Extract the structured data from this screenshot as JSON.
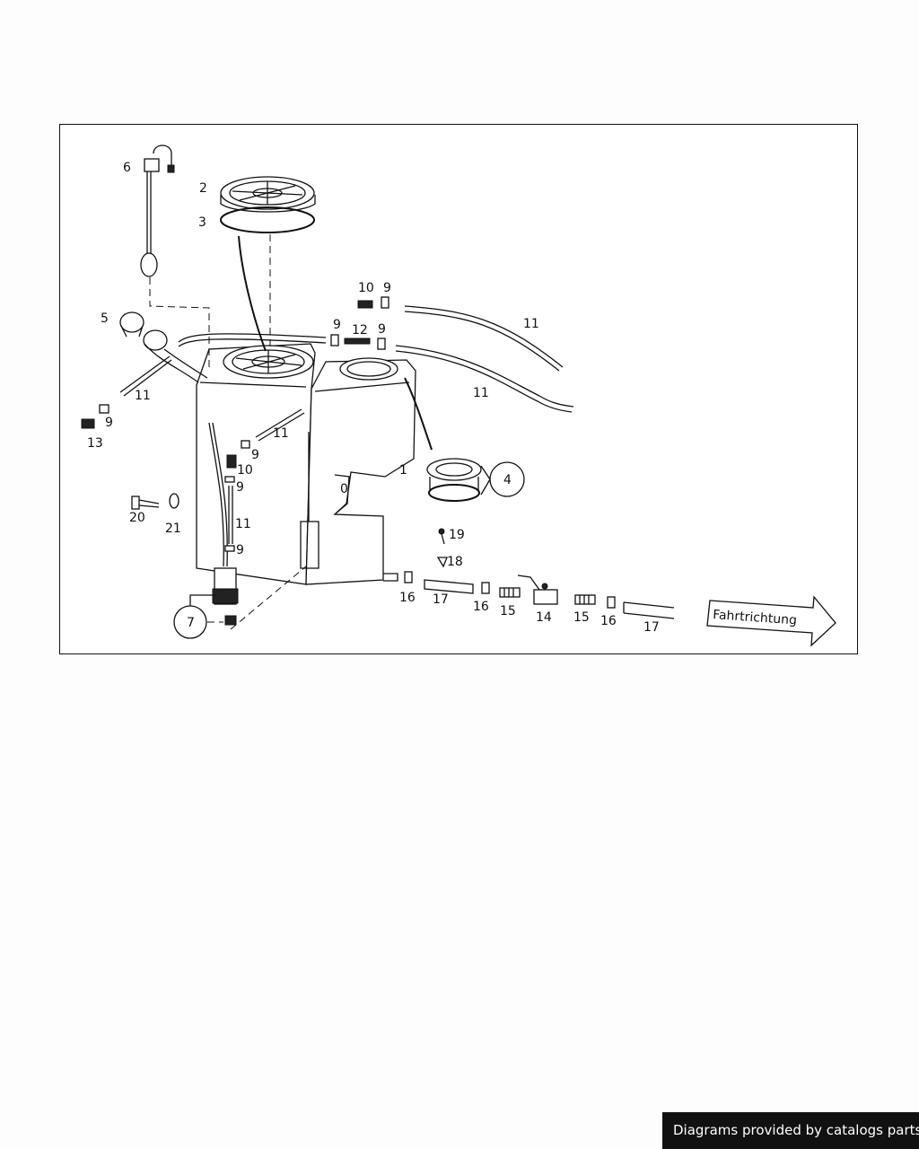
{
  "diagram": {
    "direction_label": "Fahrtrichtung",
    "parts": [
      {
        "label": "1"
      },
      {
        "label": "2"
      },
      {
        "label": "3"
      },
      {
        "label": "4"
      },
      {
        "label": "5"
      },
      {
        "label": "6"
      },
      {
        "label": "7"
      },
      {
        "label": "9"
      },
      {
        "label": "10"
      },
      {
        "label": "11"
      },
      {
        "label": "12"
      },
      {
        "label": "13"
      },
      {
        "label": "14"
      },
      {
        "label": "15"
      },
      {
        "label": "16"
      },
      {
        "label": "17"
      },
      {
        "label": "18"
      },
      {
        "label": "19"
      },
      {
        "label": "20"
      },
      {
        "label": "21"
      }
    ]
  },
  "footer": {
    "credit": "Diagrams provided by catalogs parts"
  }
}
